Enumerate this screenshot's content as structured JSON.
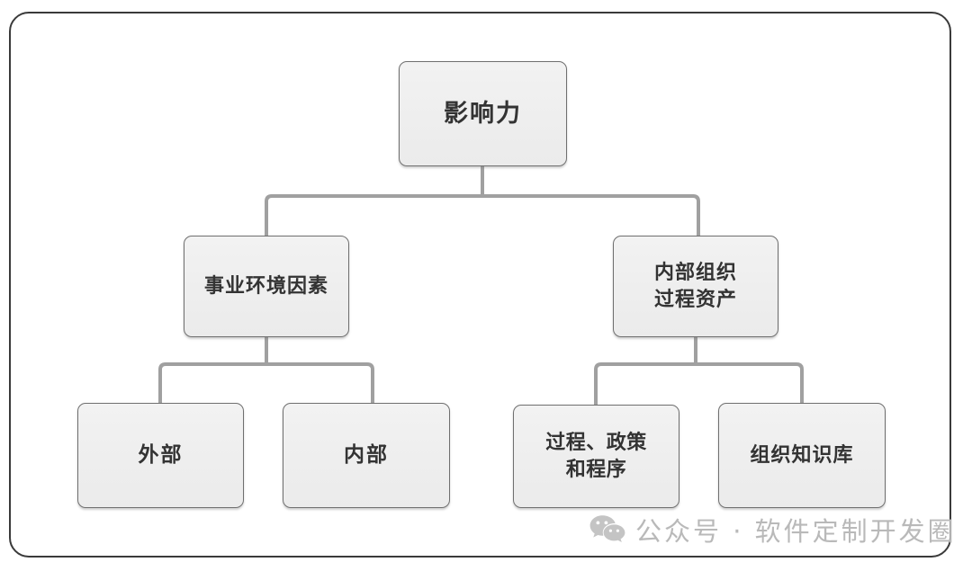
{
  "diagram": {
    "type": "org-tree",
    "title_node": "影响力",
    "nodes": {
      "root": {
        "label": "影响力"
      },
      "mid_left": {
        "label": "事业环境因素"
      },
      "mid_right": {
        "label": "内部组织\n过程资产"
      },
      "leaf_1": {
        "label": "外部"
      },
      "leaf_2": {
        "label": "内部"
      },
      "leaf_3": {
        "label": "过程、政策\n和程序"
      },
      "leaf_4": {
        "label": "组织知识库"
      }
    },
    "colors": {
      "frame_border": "#3a3a3a",
      "node_fill": "#eeeeee",
      "node_border": "#6f6f6f",
      "node_text": "#333333",
      "connector": "#a0a0a0",
      "watermark_text": "#b9b9b9",
      "background": "#ffffff"
    }
  },
  "watermark": {
    "icon": "wechat-icon",
    "text": "公众号 · 软件定制开发圈"
  }
}
